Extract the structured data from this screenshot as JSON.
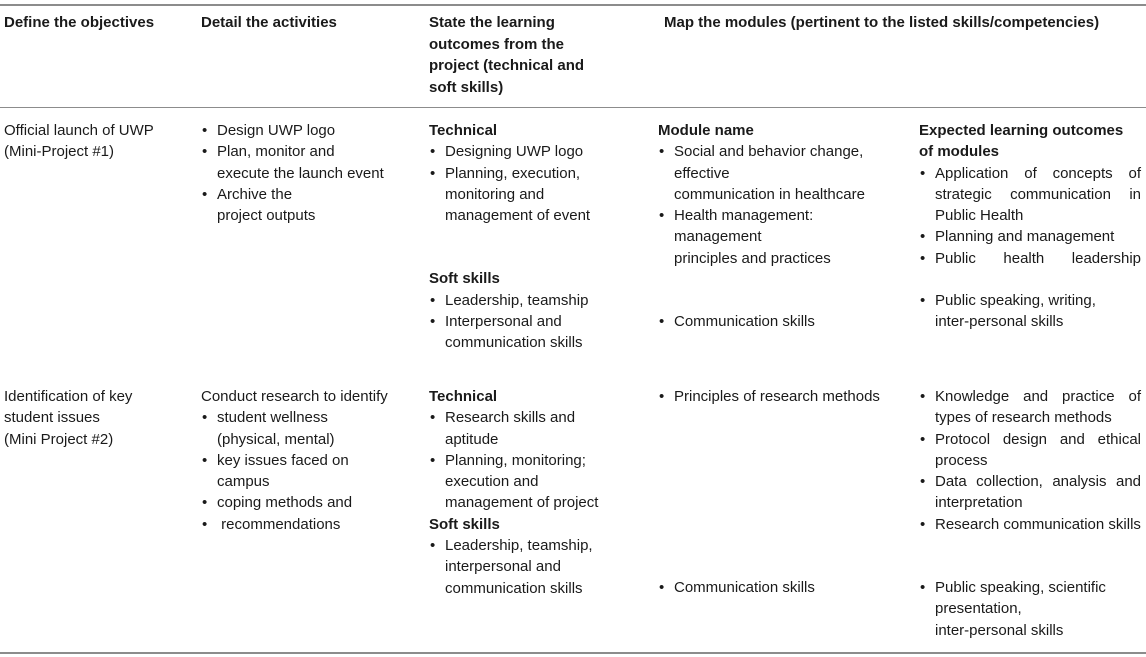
{
  "headers": {
    "objectives": "Define the objectives",
    "activities": "Detail the activities",
    "outcomes": "State the learning outcomes from the project (technical and soft skills)",
    "modules": "Map the modules (pertinent to the listed skills/competencies)"
  },
  "rows": [
    {
      "objective": [
        "Official launch of UWP",
        "(Mini-Project #1)"
      ],
      "activities": {
        "intro": "",
        "items": [
          [
            "Design UWP logo"
          ],
          [
            "Plan, monitor and",
            "execute the launch event"
          ],
          [
            "Archive the",
            "project outputs"
          ]
        ]
      },
      "technical_label": "Technical",
      "technical": [
        [
          "Designing UWP logo"
        ],
        [
          "Planning, execution,",
          "monitoring and",
          "management of event"
        ]
      ],
      "soft_label": "Soft skills",
      "soft": [
        [
          "Leadership, teamship"
        ],
        [
          "Interpersonal and",
          "communication skills"
        ]
      ],
      "module_name_label": "Module name",
      "modules_technical": [
        [
          "Social and behavior change,",
          "effective",
          "communication in healthcare"
        ],
        [
          "Health management:",
          "management",
          "principles and practices"
        ]
      ],
      "modules_soft": [
        [
          "Communication skills"
        ]
      ],
      "expected_label": [
        "Expected learning outcomes",
        "of modules"
      ],
      "expected_technical": [
        [
          "Application of concepts of",
          "strategic communication in",
          "Public Health"
        ],
        [
          "Planning and management"
        ],
        [
          "Public health leadership"
        ]
      ],
      "expected_soft": [
        [
          "Public speaking, writing,",
          "inter-personal skills"
        ]
      ]
    },
    {
      "objective": [
        "Identification of key",
        "student issues",
        "(Mini Project #2)"
      ],
      "activities": {
        "intro": "Conduct research to identify",
        "items": [
          [
            "student wellness",
            "(physical, mental)"
          ],
          [
            "key issues faced on",
            "campus"
          ],
          [
            "coping methods and"
          ],
          [
            " recommendations"
          ]
        ]
      },
      "technical_label": "Technical",
      "technical": [
        [
          "Research skills and",
          "aptitude"
        ],
        [
          "Planning, monitoring;",
          "execution and",
          "management of project"
        ]
      ],
      "soft_label": "Soft skills",
      "soft": [
        [
          "Leadership, teamship,",
          "interpersonal and",
          "communication skills"
        ]
      ],
      "modules_technical": [
        [
          "Principles of research methods"
        ]
      ],
      "modules_soft": [
        [
          "Communication skills"
        ]
      ],
      "expected_technical": [
        [
          "Knowledge and practice of",
          "types of research methods"
        ],
        [
          "Protocol design and ethical",
          "process"
        ],
        [
          "Data collection, analysis and",
          "interpretation"
        ],
        [
          "Research communication skills"
        ]
      ],
      "expected_soft": [
        [
          "Public speaking, scientific",
          "presentation,",
          "inter-personal skills"
        ]
      ]
    }
  ]
}
